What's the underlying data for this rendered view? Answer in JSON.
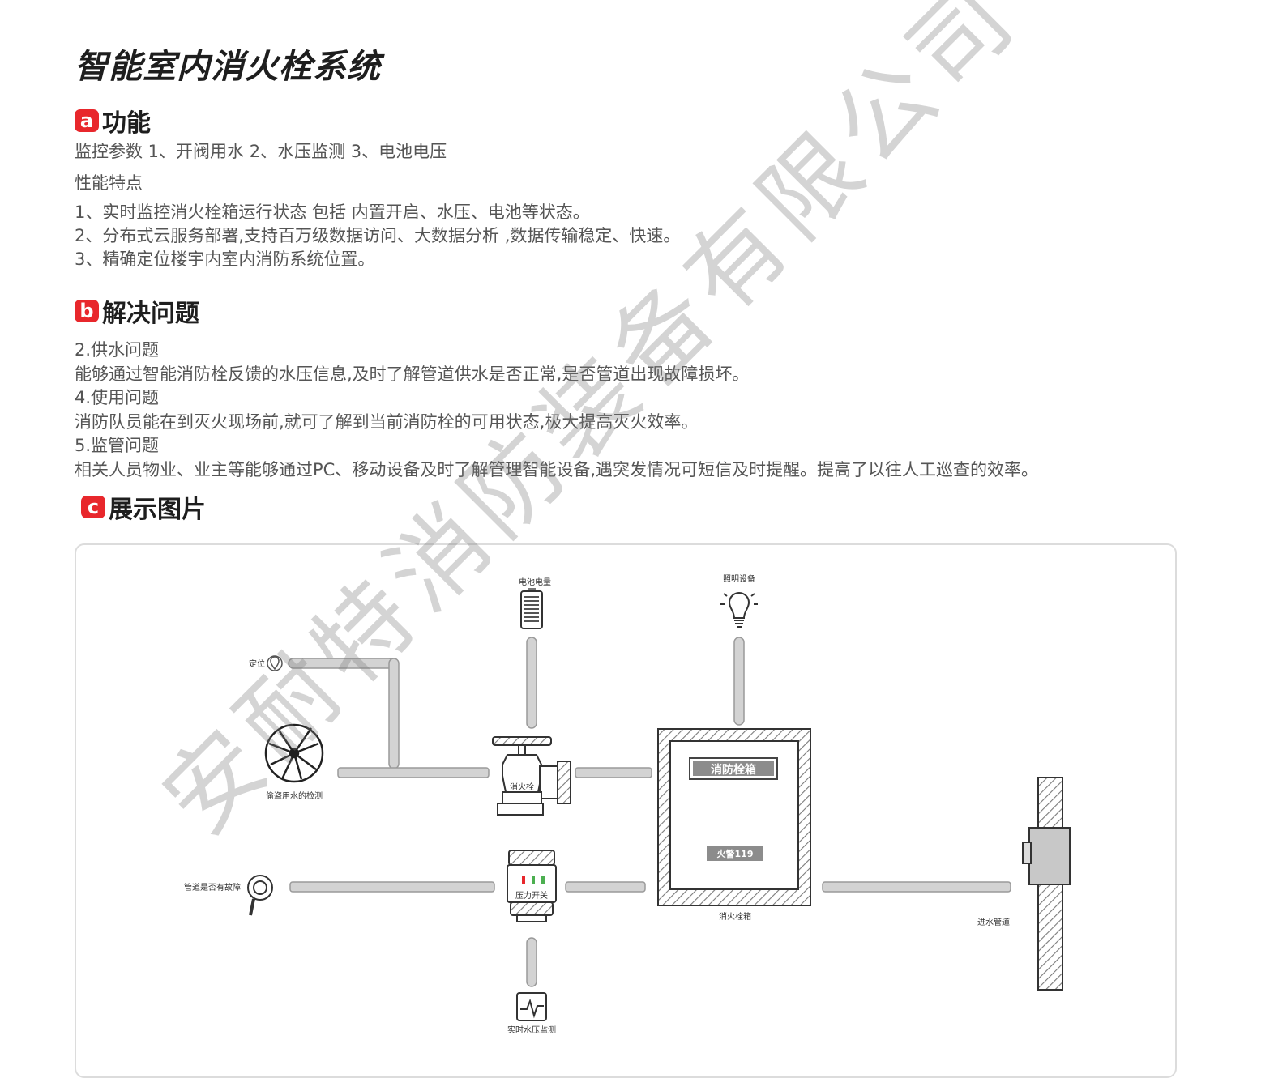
{
  "title": "智能室内消火栓系统",
  "sections": {
    "a": {
      "badge": "a",
      "heading": "功能",
      "monitor": "监控参数 1、开阀用水 2、水压监测 3、电池电压",
      "features_heading": "性能特点",
      "features": [
        "1、实时监控消火栓箱运行状态 包括 内置开启、水压、电池等状态。",
        "2、分布式云服务部署,支持百万级数据访问、大数据分析 ,数据传输稳定、快速。",
        "3、精确定位楼宇内室内消防系统位置。"
      ]
    },
    "b": {
      "badge": "b",
      "heading": "解决问题",
      "lines": [
        "2.供水问题",
        "能够通过智能消防栓反馈的水压信息,及时了解管道供水是否正常,是否管道出现故障损坏。",
        "4.使用问题",
        "消防队员能在到灭火现场前,就可了解到当前消防栓的可用状态,极大提高灭火效率。",
        "5.监管问题",
        "相关人员物业、业主等能够通过PC、移动设备及时了解管理智能设备,遇突发情况可短信及时提醒。提高了以往人工巡查的效率。"
      ]
    },
    "c": {
      "badge": "c",
      "heading": "展示图片"
    }
  },
  "diagram": {
    "battery": "电池电量",
    "light": "照明设备",
    "location": "定位",
    "theft": "偷盗用水的检测",
    "hydrant": "消火栓",
    "box_title": "消防栓箱",
    "box_phone": "火警119",
    "box_caption": "消火栓箱",
    "fault": "管道是否有故障",
    "pressure_switch": "压力开关",
    "realtime": "实时水压监测",
    "inlet": "进水管道"
  },
  "watermark": "安耐特消防装备有限公司",
  "colors": {
    "accent": "#e8272c",
    "pipe": "#d3d3d3",
    "pipe_edge": "#9a9a9a"
  }
}
